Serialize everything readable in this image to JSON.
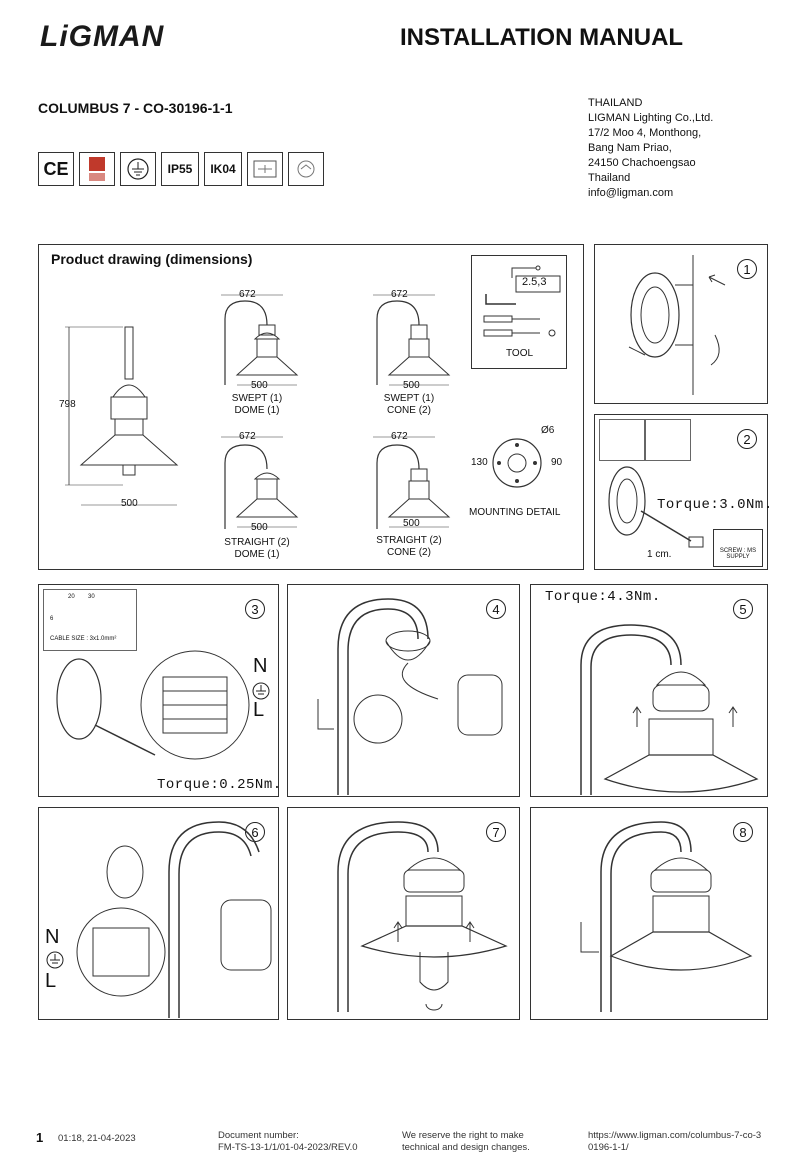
{
  "header": {
    "logo": "LiGMAN",
    "title": "INSTALLATION MANUAL",
    "product": "COLUMBUS 7 - CO-30196-1-1"
  },
  "address": [
    "THAILAND",
    "LIGMAN Lighting Co.,Ltd.",
    "17/2 Moo 4, Monthong,",
    "Bang Nam Priao,",
    "24150 Chachoengsao",
    "Thailand",
    "info@ligman.com"
  ],
  "cert_icons": {
    "ip": "IP55",
    "ik": "IK04",
    "ce": "CE"
  },
  "drawing": {
    "title": "Product drawing (dimensions)",
    "height": "798",
    "width": "500",
    "v1": {
      "top": "672",
      "bottom": "500",
      "l1": "SWEPT (1)",
      "l2": "DOME (1)"
    },
    "v2": {
      "top": "672",
      "bottom": "500",
      "l1": "SWEPT (1)",
      "l2": "CONE (2)"
    },
    "v3": {
      "top": "672",
      "bottom": "500",
      "l1": "STRAIGHT (2)",
      "l2": "DOME (1)"
    },
    "v4": {
      "top": "672",
      "bottom": "500",
      "l1": "STRAIGHT (2)",
      "l2": "CONE (2)"
    },
    "tool": {
      "size": "2.5,3",
      "label": "TOOL"
    },
    "mount": {
      "dia": "Ø6",
      "h": "130",
      "w": "90",
      "label": "MOUNTING DETAIL"
    }
  },
  "steps": {
    "s1": "1",
    "s2": "2",
    "s3": "3",
    "s4": "4",
    "s5": "5",
    "s6": "6",
    "s7": "7",
    "s8": "8",
    "torque2": "Torque:3.0Nm.",
    "torque3": "Torque:0.25Nm.",
    "torque5": "Torque:4.3Nm.",
    "cm": "1 cm.",
    "screw": "SCREW : MS",
    "supply": "SUPPLY",
    "cable": "CABLE SIZE : 3x1.0mm²",
    "c20": "20",
    "c30": "30",
    "c6": "6",
    "n": "N",
    "l": "L"
  },
  "footer": {
    "page": "1",
    "datetime": "01:18, 21-04-2023",
    "doc1": "Document number:",
    "doc2": "FM-TS-13-1/1/01-04-2023/REV.0",
    "right1": "We reserve the right to make",
    "right2": "technical and design changes.",
    "url1": "https://www.ligman.com/columbus-7-co-3",
    "url2": "0196-1-1/"
  }
}
